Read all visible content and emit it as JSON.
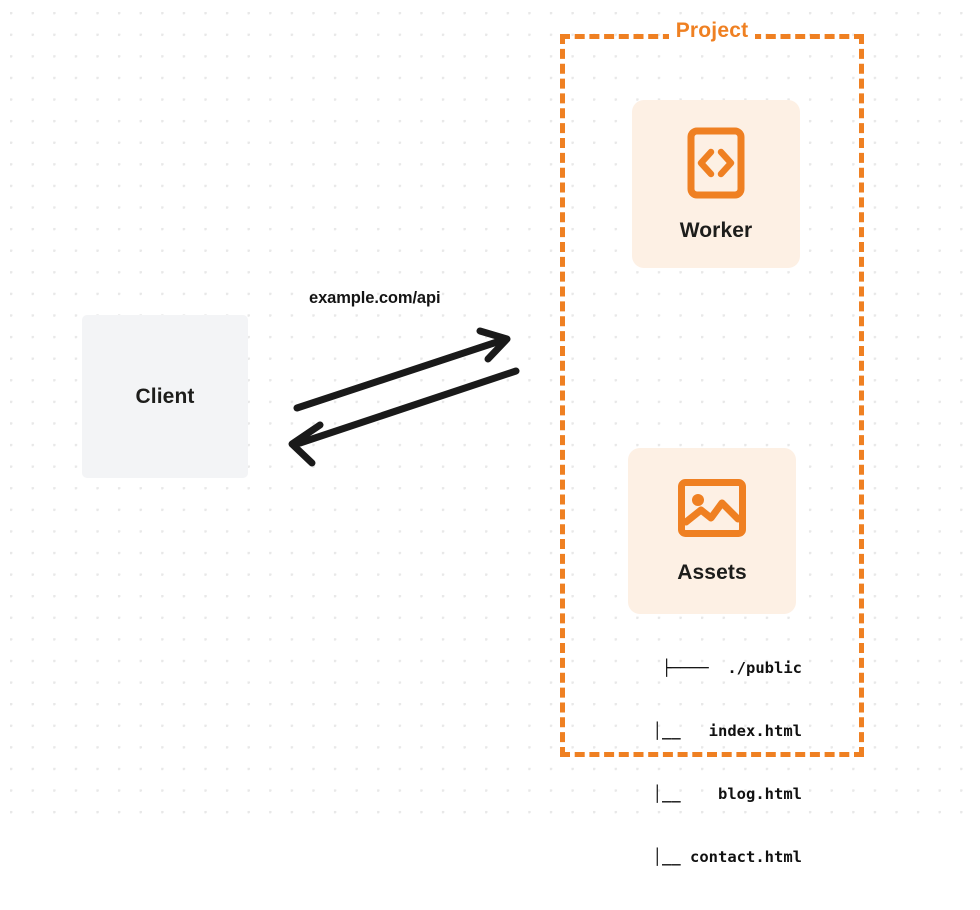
{
  "diagram": {
    "type": "architecture-flow",
    "background": "#ffffff",
    "grid_dot_color": "#e8e8e8",
    "accent_color": "#ef8022",
    "card_background": "#fdf0e4",
    "client_background": "#f3f4f6",
    "text_color": "#1d1d1b"
  },
  "client": {
    "label": "Client"
  },
  "connection": {
    "label": "example.com/api",
    "request_direction": "client-to-project",
    "response_direction": "project-to-client"
  },
  "project": {
    "title": "Project",
    "border_style": "dashed",
    "border_color": "#ef8022",
    "services": [
      {
        "id": "worker",
        "label": "Worker",
        "icon": "code-brackets-icon"
      },
      {
        "id": "assets",
        "label": "Assets",
        "icon": "image-icon"
      }
    ]
  },
  "file_tree": {
    "lines": [
      "├────  ./public",
      "   │__   index.html",
      "   │__    blog.html",
      "   │__ contact.html"
    ],
    "entries": [
      {
        "name": "./public",
        "type": "directory"
      },
      {
        "name": "index.html",
        "type": "file"
      },
      {
        "name": "blog.html",
        "type": "file"
      },
      {
        "name": "contact.html",
        "type": "file"
      }
    ]
  }
}
